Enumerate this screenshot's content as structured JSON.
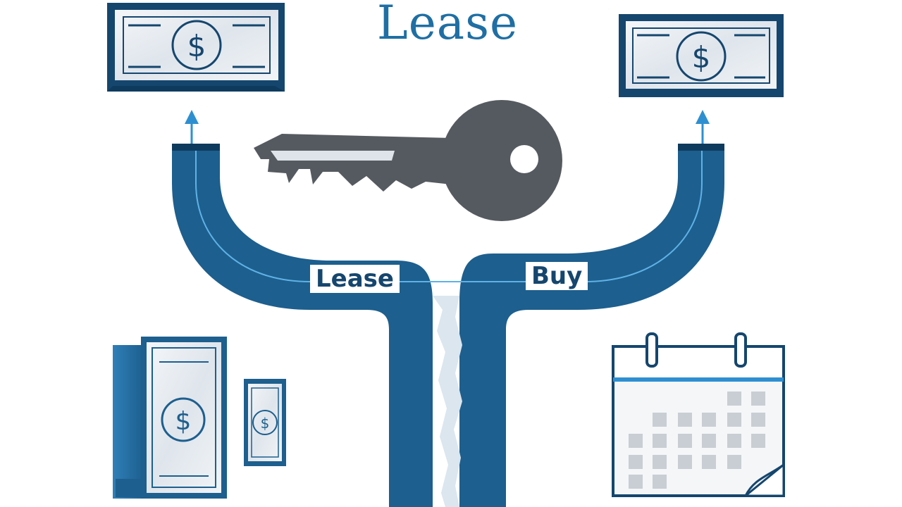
{
  "title": "Lease",
  "branches": {
    "left": {
      "label": "Lease"
    },
    "right": {
      "label": "Buy"
    }
  },
  "icons": {
    "top_left": "dollar-bill-icon",
    "top_right": "dollar-bill-icon",
    "center": "key-icon",
    "bottom_left": "cash-stack-icon",
    "bottom_right": "calendar-icon",
    "arrows": "arrow-up-icon"
  },
  "colors": {
    "navy": "#15466e",
    "path_blue": "#1d5f8e",
    "accent_blue": "#2e8fd0",
    "key_gray": "#555a60",
    "bill_light": "#e9edf2"
  }
}
